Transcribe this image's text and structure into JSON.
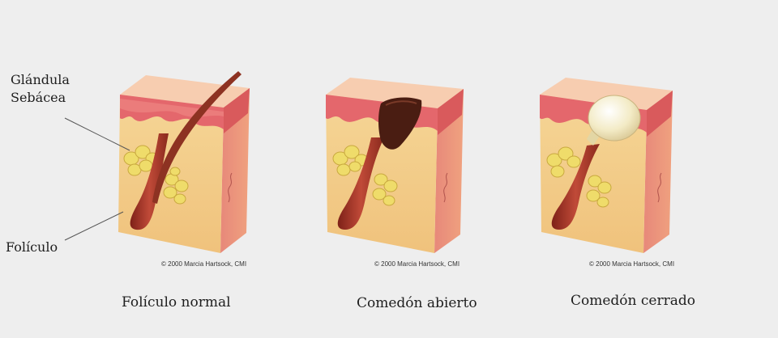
{
  "labels": {
    "glandula_line1": "Glándula",
    "glandula_line2": "Sebácea",
    "foliculo": "Folículo"
  },
  "panels": [
    {
      "caption": "Folículo normal",
      "credit": "© 2000  Marcia Hartsock, CMI"
    },
    {
      "caption": "Comedón abierto",
      "credit": "© 2000  Marcia Hartsock, CMI"
    },
    {
      "caption": "Comedón cerrado",
      "credit": "© 2000  Marcia Hartsock, CMI"
    }
  ],
  "colors": {
    "background": "#eeeeee",
    "dermis": "#f3cf8a",
    "epidermis": "#e46a6e",
    "side_face": "#e88477",
    "top_face": "#f6c6a4",
    "gland": "#efdc6a",
    "follicle": "#a93326",
    "blackhead": "#4a1d12",
    "whitehead": "#f4ecc4"
  }
}
